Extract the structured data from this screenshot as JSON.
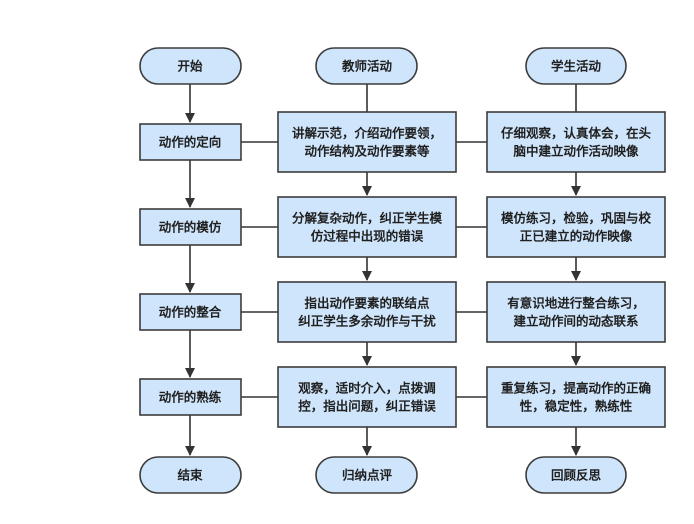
{
  "colors": {
    "node_fill": "#cfe5fb",
    "node_border": "#3c3c3c",
    "edge": "#333333",
    "text": "#1f1f1f"
  },
  "columns": {
    "stage": {
      "start": "开始",
      "end": "结束",
      "steps": [
        "动作的定向",
        "动作的模仿",
        "动作的整合",
        "动作的熟练"
      ]
    },
    "teacher": {
      "header": "教师活动",
      "end": "归纳点评",
      "steps": [
        [
          "讲解示范，介绍动作要领，",
          "动作结构及动作要素等"
        ],
        [
          "分解复杂动作，纠正学生模",
          "仿过程中出现的错误"
        ],
        [
          "指出动作要素的联结点",
          "纠正学生多余动作与干扰"
        ],
        [
          "观察，适时介入，点拨调",
          "控，指出问题，纠正错误"
        ]
      ]
    },
    "student": {
      "header": "学生活动",
      "end": "回顾反思",
      "steps": [
        [
          "仔细观察，认真体会，在头",
          "脑中建立动作活动映像"
        ],
        [
          "模仿练习，检验，巩固与校",
          "正已建立的动作映像"
        ],
        [
          "有意识地进行整合练习，",
          "建立动作间的动态联系"
        ],
        [
          "重复练习，提高动作的正确",
          "性，稳定性，熟练性"
        ]
      ]
    }
  }
}
